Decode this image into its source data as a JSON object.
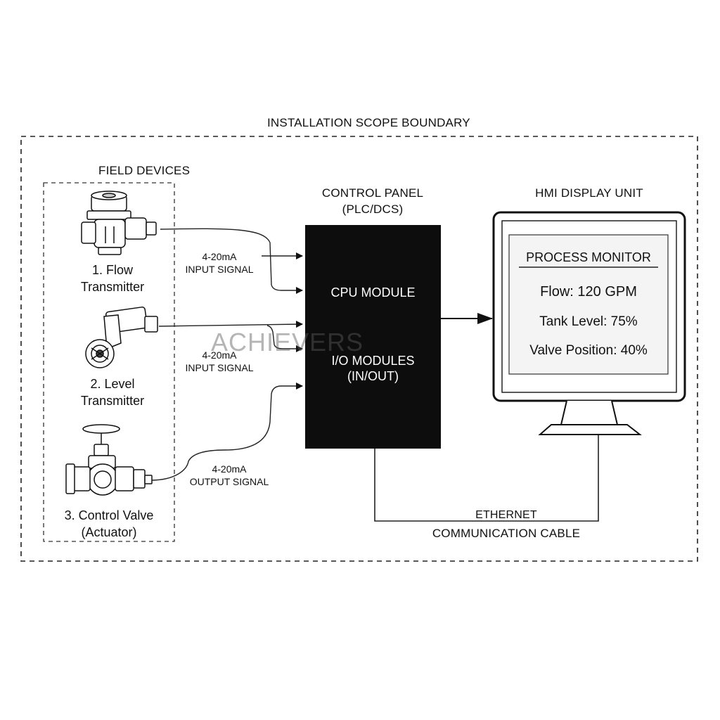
{
  "boundary": {
    "title": "INSTALLATION SCOPE BOUNDARY"
  },
  "field": {
    "title": "FIELD DEVICES",
    "devices": [
      {
        "line1": "1. Flow",
        "line2": "Transmitter"
      },
      {
        "line1": "2. Level",
        "line2": "Transmitter"
      },
      {
        "line1": "3. Control Valve",
        "line2": "(Actuator)"
      }
    ]
  },
  "signals": [
    {
      "line1": "4-20mA",
      "line2": "INPUT SIGNAL"
    },
    {
      "line1": "4-20mA",
      "line2": "INPUT SIGNAL"
    },
    {
      "line1": "4-20mA",
      "line2": "OUTPUT SIGNAL"
    }
  ],
  "panel": {
    "title_line1": "CONTROL PANEL",
    "title_line2": "(PLC/DCS)",
    "cpu": "CPU MODULE",
    "io_line1": "I/O MODULES",
    "io_line2": "(IN/OUT)"
  },
  "hmi": {
    "title": "HMI DISPLAY UNIT",
    "screen_title": "PROCESS MONITOR",
    "flow": "Flow: 120 GPM",
    "tank": "Tank Level: 75%",
    "valve": "Valve Position: 40%"
  },
  "cable": {
    "line1": "ETHERNET",
    "line2": "COMMUNICATION CABLE"
  },
  "watermark": "ACHIEVERS",
  "colors": {
    "ink": "#111111",
    "panel": "#0d0d0d",
    "screen": "#f4f4f4"
  }
}
